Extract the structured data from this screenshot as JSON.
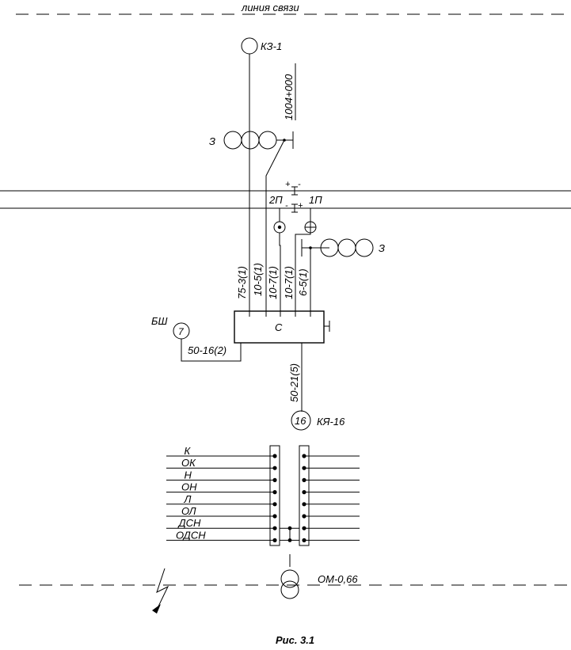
{
  "labels": {
    "comm_line": "линия связи",
    "kz": "КЗ-1",
    "picket": "1004+000",
    "choke_top": "З",
    "choke_right": "З",
    "track_2p": "2П",
    "track_1p": "1П",
    "cable_1": "75-3(1)",
    "cable_2": "10-5(1)",
    "cable_3": "10-7(1)",
    "cable_4": "10-7(1)",
    "cable_5": "6-5(1)",
    "box_c": "С",
    "bsh": "БШ",
    "bsh_num": "7",
    "cable_bsh": "50-16(2)",
    "cable_main": "50-21(5)",
    "kya_num": "16",
    "kya": "КЯ-16",
    "om": "ОМ-0,66",
    "caption": "Рис. 3.1",
    "plus1": "+",
    "minus1": "-",
    "minus2": "-",
    "plus2": "+"
  },
  "terminal_labels": [
    "К",
    "ОК",
    "Н",
    "ОН",
    "Л",
    "ОЛ",
    "ДСН",
    "ОДСН"
  ]
}
